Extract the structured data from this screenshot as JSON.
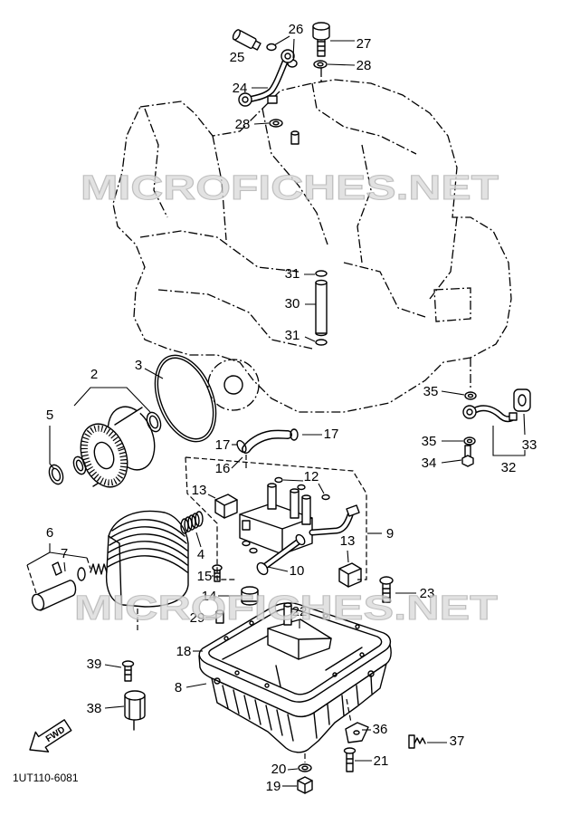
{
  "diagram": {
    "drawing_code": "1UT110-6081",
    "fwd_label": "FWD",
    "watermark": "MICROFICHES.NET",
    "callouts": [
      "26",
      "27",
      "25",
      "28",
      "24",
      "28",
      "31",
      "30",
      "31",
      "3",
      "2",
      "35",
      "5",
      "17",
      "17",
      "35",
      "33",
      "34",
      "32",
      "16",
      "12",
      "13",
      "9",
      "6",
      "7",
      "13",
      "4",
      "10",
      "15",
      "23",
      "14",
      "22",
      "29",
      "18",
      "39",
      "8",
      "38",
      "36",
      "37",
      "21",
      "20",
      "19"
    ]
  },
  "colors": {
    "ink": "#000000",
    "background": "#ffffff",
    "watermark_fill": "#dcdcdc",
    "watermark_stroke": "#b0b0b0"
  }
}
